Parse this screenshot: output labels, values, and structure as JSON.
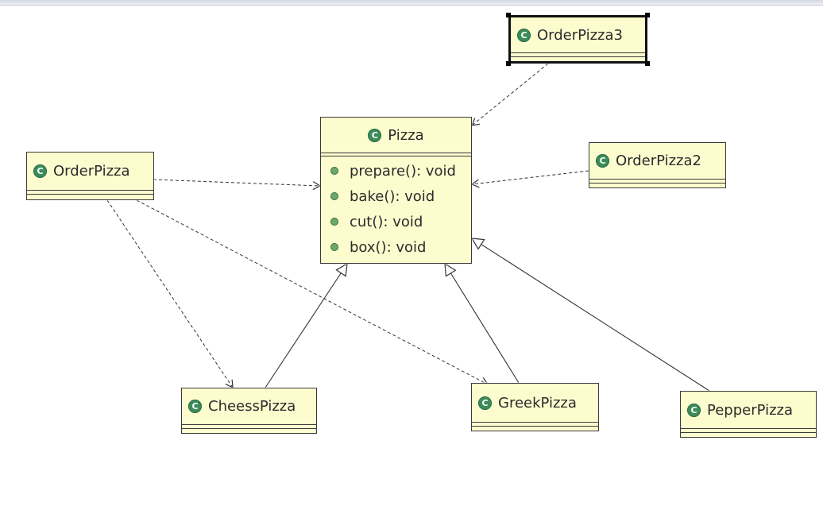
{
  "diagram": {
    "classes": {
      "pizza": {
        "name": "Pizza",
        "operations": [
          "prepare(): void",
          "bake(): void",
          "cut(): void",
          "box(): void"
        ]
      },
      "order_pizza": {
        "name": "OrderPizza"
      },
      "order_pizza2": {
        "name": "OrderPizza2"
      },
      "order_pizza3": {
        "name": "OrderPizza3"
      },
      "cheess_pizza": {
        "name": "CheessPizza"
      },
      "greek_pizza": {
        "name": "GreekPizza"
      },
      "pepper_pizza": {
        "name": "PepperPizza"
      }
    },
    "class_icon_letter": "C",
    "relationships": [
      {
        "from": "OrderPizza",
        "to": "Pizza",
        "type": "dependency"
      },
      {
        "from": "OrderPizza",
        "to": "CheessPizza",
        "type": "dependency"
      },
      {
        "from": "OrderPizza",
        "to": "GreekPizza",
        "type": "dependency"
      },
      {
        "from": "OrderPizza2",
        "to": "Pizza",
        "type": "dependency"
      },
      {
        "from": "OrderPizza3",
        "to": "Pizza",
        "type": "dependency"
      },
      {
        "from": "CheessPizza",
        "to": "Pizza",
        "type": "generalization"
      },
      {
        "from": "GreekPizza",
        "to": "Pizza",
        "type": "generalization"
      },
      {
        "from": "PepperPizza",
        "to": "Pizza",
        "type": "generalization"
      }
    ],
    "selected_class": "OrderPizza3",
    "colors": {
      "class_fill": "#fdfccf",
      "class_border": "#3a3a3a",
      "class_icon": "#3c8c5a",
      "operation_dot": "#6ea66e"
    }
  }
}
